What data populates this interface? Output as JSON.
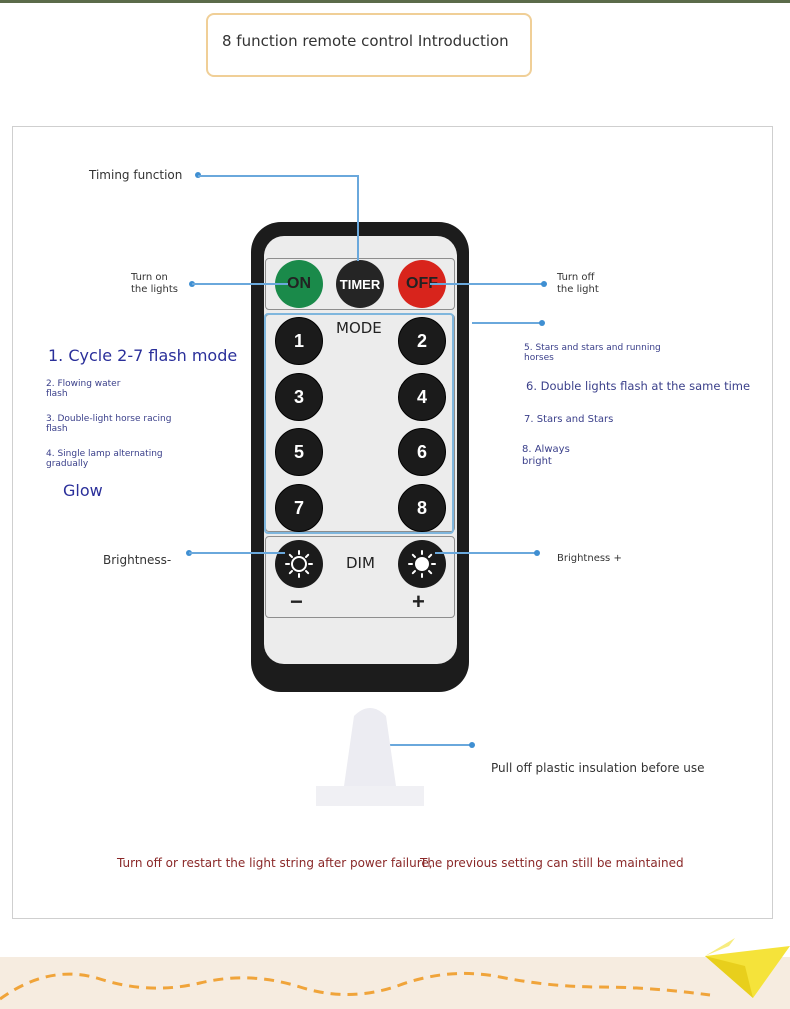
{
  "title": "8 function remote control Introduction",
  "labels": {
    "timing": "Timing function",
    "turn_on": [
      "Turn on",
      "the lights"
    ],
    "turn_off": [
      "Turn off",
      "the light"
    ],
    "cycle_mode": "1. Cycle 2-7 flash mode",
    "flowing_water": [
      "2. Flowing water",
      "flash"
    ],
    "horse_racing": [
      "3. Double-light horse racing",
      "flash"
    ],
    "single_lamp": [
      "4. Single lamp alternating",
      "gradually"
    ],
    "glow": "Glow",
    "stars_running": [
      "5. Stars and stars and running",
      "horses"
    ],
    "double_lights": "6. Double lights flash at the same time",
    "stars_and_stars": "7. Stars and Stars",
    "always_bright": [
      "8. Always",
      "bright"
    ],
    "brightness_minus": "Brightness-",
    "brightness_plus": "Brightness +",
    "pull_off": "Pull off plastic insulation before use"
  },
  "remote": {
    "on": "ON",
    "timer": "TIMER",
    "off": "OFF",
    "mode": "MODE",
    "numbers": [
      "1",
      "2",
      "3",
      "4",
      "5",
      "6",
      "7",
      "8"
    ],
    "dim": "DIM",
    "minus": "−",
    "plus": "+"
  },
  "footer": {
    "left": "Turn off or restart the light string after power failure,",
    "right": "The previous setting can still be maintained"
  },
  "colors": {
    "on_button": "#1a8a4a",
    "off_button": "#d8241c",
    "callout_line": "#6aa8dc",
    "label_blue": "#2a2f9a",
    "footer_red": "#8a2828"
  }
}
